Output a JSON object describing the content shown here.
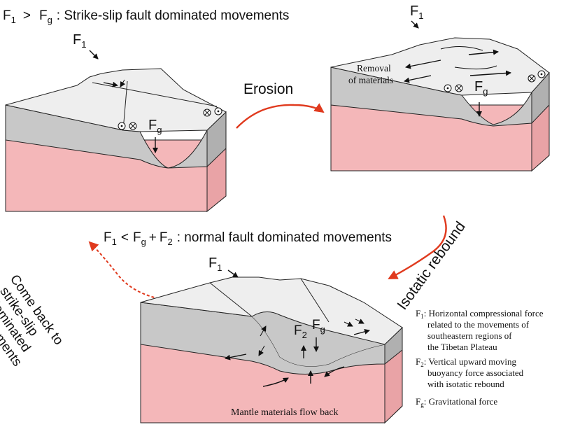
{
  "title_top": {
    "lhs": "F",
    "lhs_sub": "1",
    "op": ">",
    "rhs": "F",
    "rhs_sub": "g",
    "desc": ": Strike-slip fault dominated movements"
  },
  "title_mid": {
    "f1": "F",
    "f1_sub": "1",
    "op": "<",
    "fg": "F",
    "fg_sub": "g",
    "plus": "+",
    "f2": "F",
    "f2_sub": "2",
    "desc": ": normal fault dominated movements"
  },
  "arrows": {
    "erosion": "Erosion",
    "isostatic": "Isotatic rebound",
    "come_back": [
      "Come back to",
      "strike-slip",
      "dominated",
      "movements"
    ]
  },
  "block1": {
    "f1": "F",
    "f1_sub": "1",
    "fg": "F",
    "fg_sub": "g"
  },
  "block2": {
    "f1": "F",
    "f1_sub": "1",
    "fg": "F",
    "fg_sub": "g",
    "removal": [
      "Removal",
      "of materials"
    ]
  },
  "block3": {
    "f1": "F",
    "f1_sub": "1",
    "f2": "F",
    "f2_sub": "2",
    "fg": "F",
    "fg_sub": "g",
    "mantle": "Mantle materials flow back"
  },
  "legend": [
    {
      "sym": "F",
      "sub": "1",
      "lines": [
        ": Horizontal compressional force",
        "related to the movements of",
        "southeastern regions of",
        "the Tibetan Plateau"
      ]
    },
    {
      "sym": "F",
      "sub": "2",
      "lines": [
        ": Vertical upward moving",
        "buoyancy force associated",
        "with isotatic rebound"
      ]
    },
    {
      "sym": "F",
      "sub": "g",
      "lines": [
        ": Gravitational force"
      ]
    }
  ],
  "colors": {
    "top_surface": "#eeeeee",
    "crust": "#c8c8c8",
    "mantle": "#f4b7b9",
    "arrow_red": "#e03a1e",
    "outline": "#222222"
  }
}
